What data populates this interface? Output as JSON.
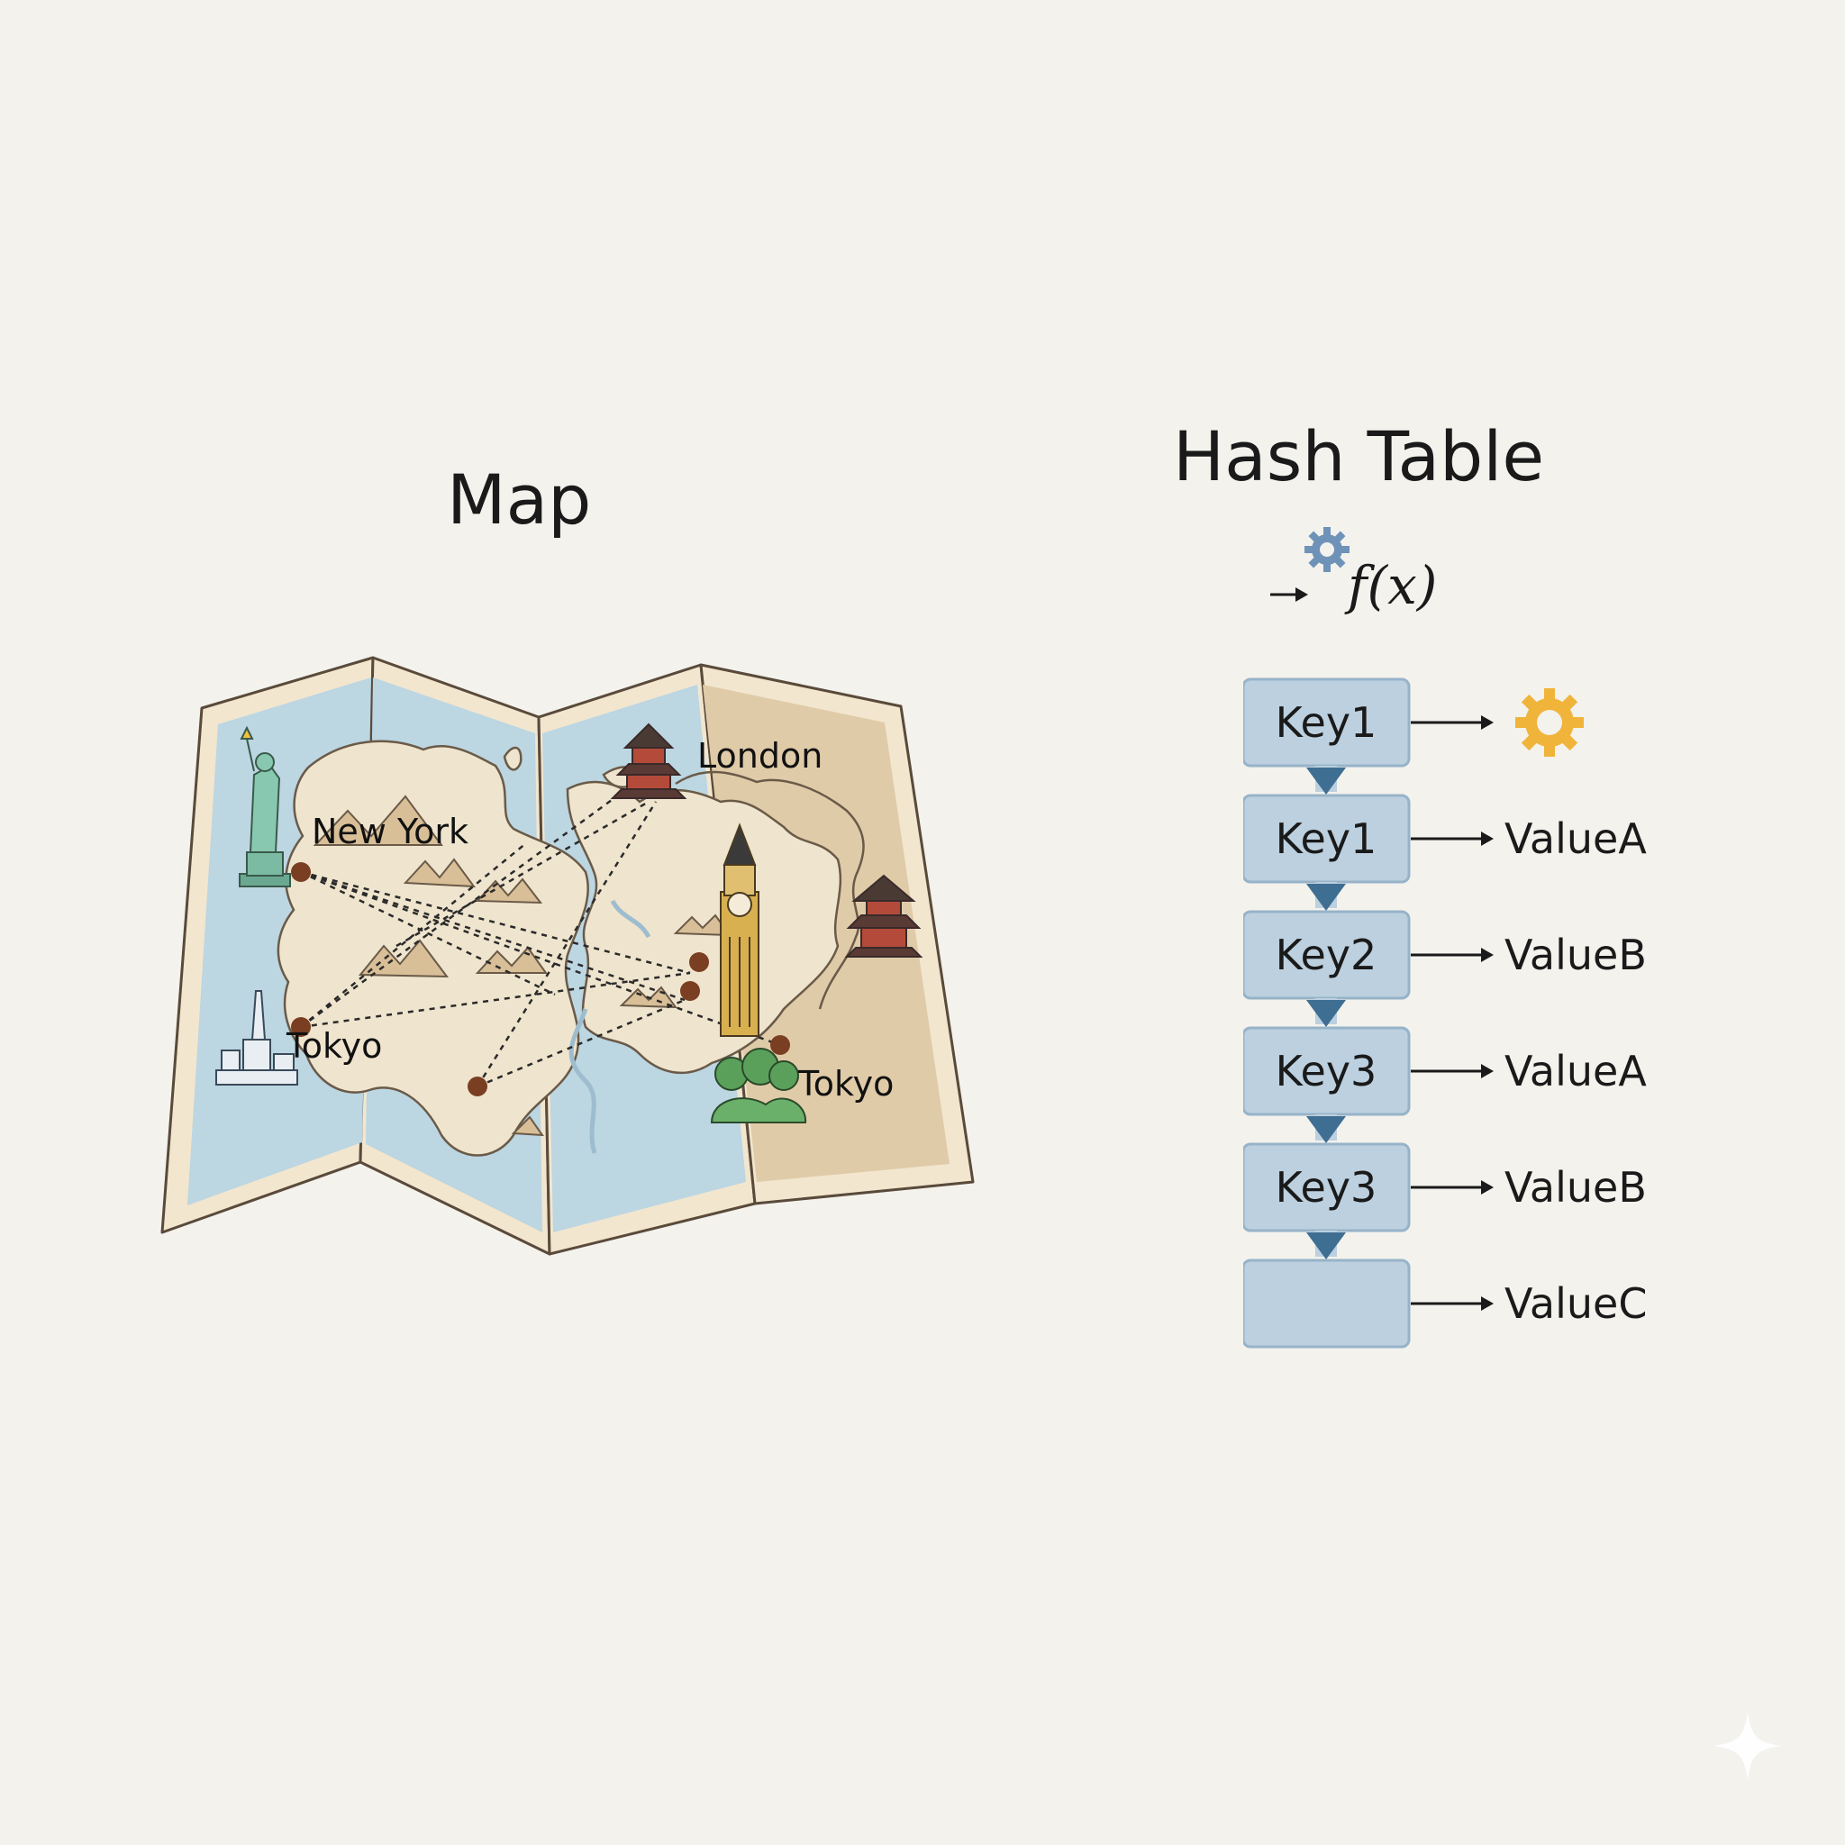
{
  "map": {
    "title": "Map",
    "cities": [
      {
        "label": "New York"
      },
      {
        "label": "London"
      },
      {
        "label": "Tokyo"
      },
      {
        "label": "Tokyo"
      }
    ]
  },
  "hash_table": {
    "title": "Hash Table",
    "function_label": "f(x)",
    "rows": [
      {
        "key": "Key1",
        "value": "",
        "value_icon": "gear-icon"
      },
      {
        "key": "Key1",
        "value": "ValueA"
      },
      {
        "key": "Key2",
        "value": "ValueB"
      },
      {
        "key": "Key3",
        "value": "ValueA"
      },
      {
        "key": "Key3",
        "value": "ValueB"
      },
      {
        "key": "",
        "value": "ValueC"
      }
    ]
  },
  "colors": {
    "background": "#f3f2ed",
    "sea": "#b9d3df",
    "land": "#efe4cd",
    "key_box": "#bcd0df",
    "key_border": "#97b3c9",
    "chain_arrow": "#3f6e93",
    "gear_blue": "#6f92b8",
    "gear_gold": "#f1b43b"
  }
}
